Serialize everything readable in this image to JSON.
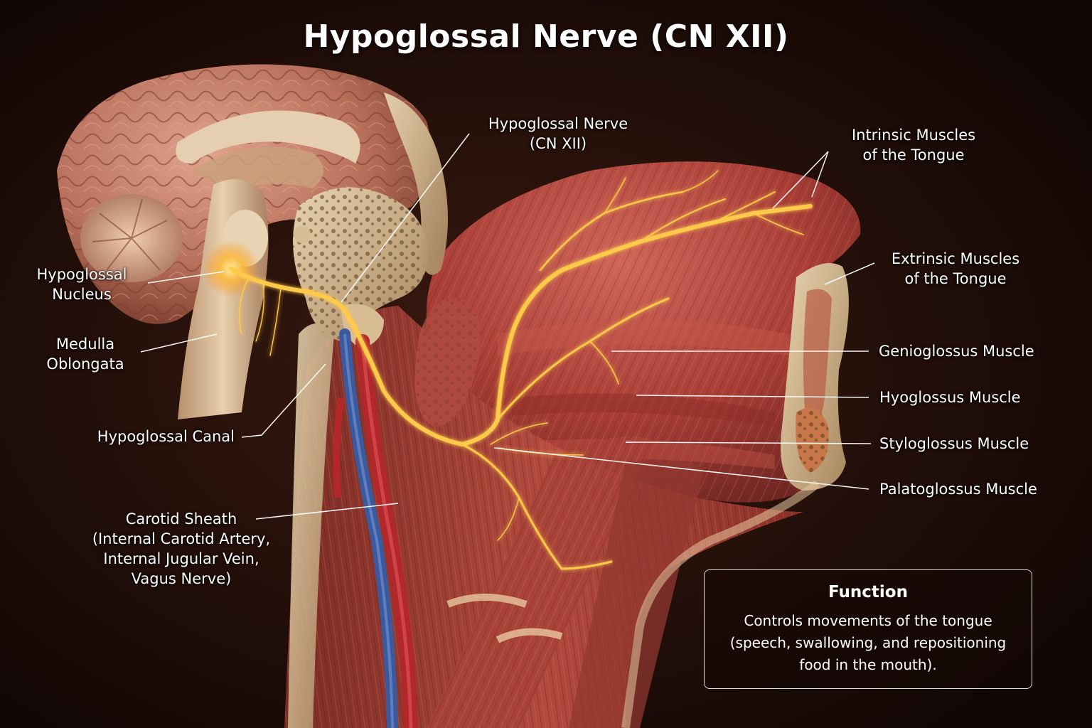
{
  "title": "Hypoglossal Nerve (CN XII)",
  "labels": {
    "nerve": [
      "Hypoglossal Nerve",
      "(CN XII)"
    ],
    "intrinsic": [
      "Intrinsic Muscles",
      "of the Tongue"
    ],
    "extrinsic": [
      "Extrinsic Muscles",
      "of the Tongue"
    ],
    "nucleus": [
      "Hypoglossal",
      "Nucleus"
    ],
    "medulla": [
      "Medulla",
      "Oblongata"
    ],
    "canal": "Hypoglossal Canal",
    "genioglossus": "Genioglossus Muscle",
    "hyoglossus": "Hyoglossus Muscle",
    "styloglossus": "Styloglossus Muscle",
    "palatoglossus": "Palatoglossus Muscle",
    "carotid": [
      "Carotid Sheath",
      "(Internal Carotid Artery,",
      "Internal Jugular Vein,",
      "Vagus Nerve)"
    ]
  },
  "function": {
    "title": "Function",
    "lines": [
      "Controls movements of the tongue",
      "(speech, swallowing, and repositioning",
      "food in the mouth)."
    ]
  },
  "colors": {
    "background": "#1a0c08",
    "nerve": "#ffc94a",
    "muscle": "#b2443a",
    "brain": "#c98a78",
    "bone": "#d9c09a",
    "artery": "#b3262a",
    "vein": "#3b5a9e"
  }
}
